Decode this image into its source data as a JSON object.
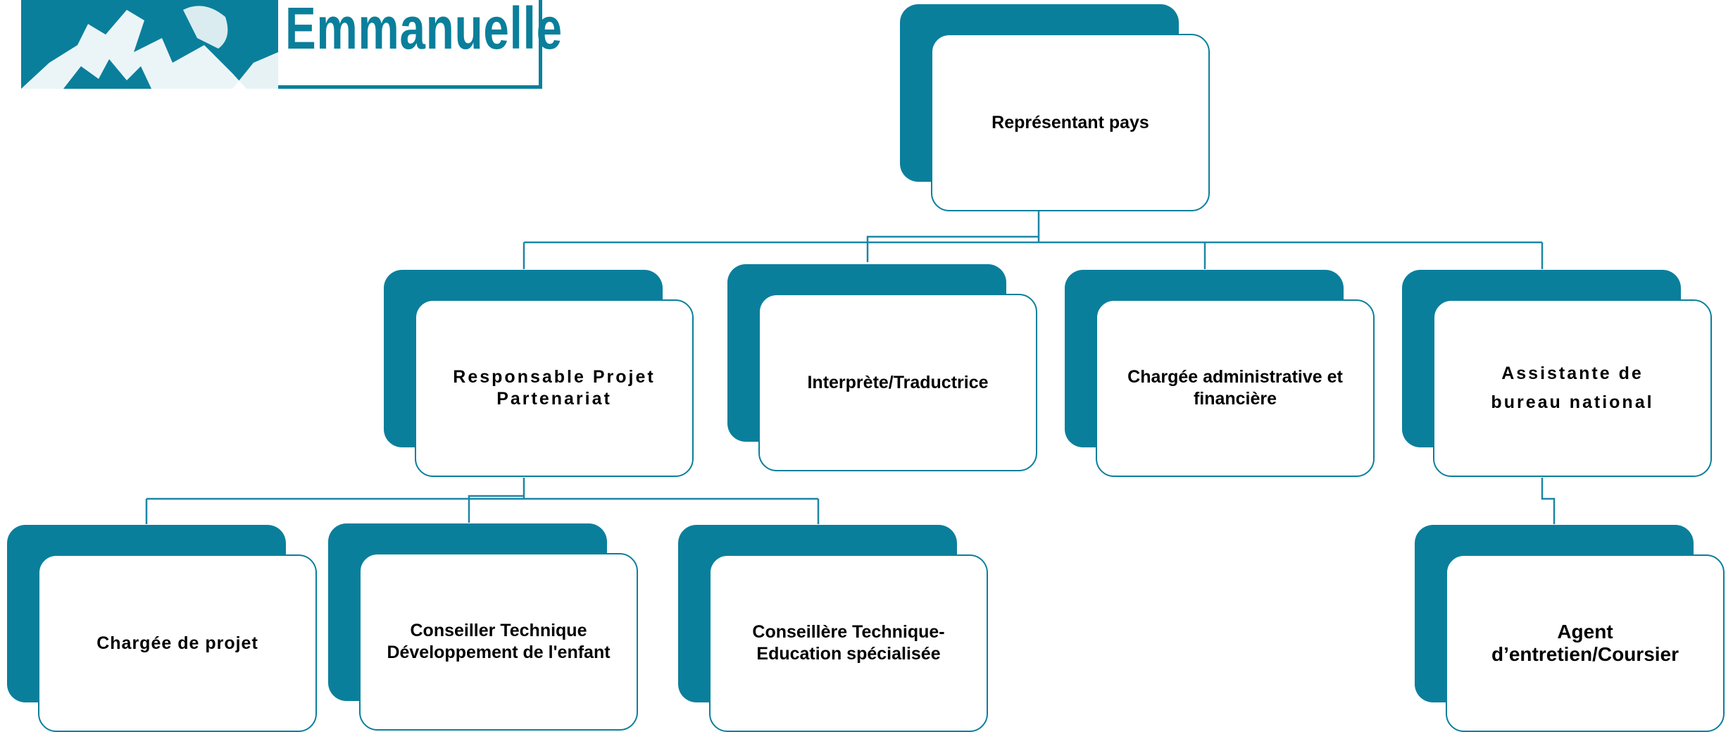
{
  "logo": {
    "wordmark": "Emmanuelle"
  },
  "colors": {
    "accent": "#0a7f9b",
    "connector": "#1d86a6",
    "box_fill": "#ffffff",
    "text": "#000000"
  },
  "org_chart": {
    "root": {
      "id": "representant-pays",
      "label": "Représentant pays",
      "children": [
        {
          "id": "responsable-projet-partenariat",
          "label": "Responsable Projet\nPartenariat",
          "children": [
            {
              "id": "chargee-de-projet",
              "label": "Chargée de projet"
            },
            {
              "id": "conseiller-technique-developpement",
              "label": "Conseiller Technique\nDéveloppement de l'enfant"
            },
            {
              "id": "conseillere-technique-education",
              "label": "Conseillère Technique-\nEducation spécialisée"
            }
          ]
        },
        {
          "id": "interprete-traductrice",
          "label": "Interprète/Traductrice"
        },
        {
          "id": "chargee-administrative-financiere",
          "label": "Chargée administrative et\nfinancière"
        },
        {
          "id": "assistante-bureau-national",
          "label": "Assistante de\nbureau national",
          "children": [
            {
              "id": "agent-entretien-coursier",
              "label": "Agent\nd’entretien/Coursier"
            }
          ]
        }
      ]
    }
  }
}
